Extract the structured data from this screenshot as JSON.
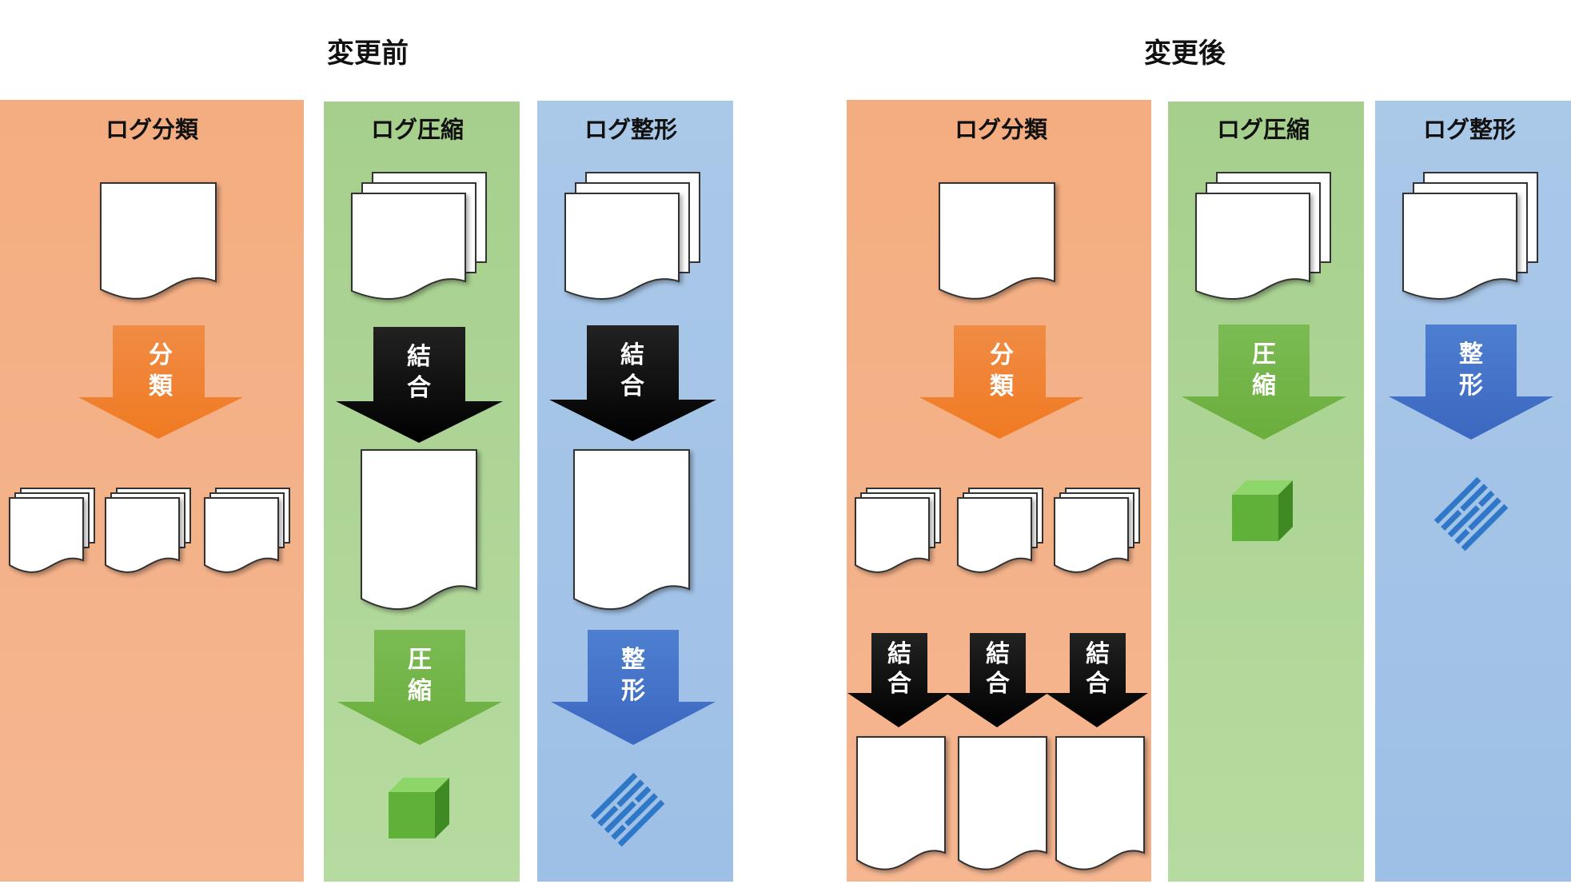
{
  "before": {
    "title": "変更前",
    "columns": {
      "classify": {
        "header": "ログ分類",
        "arrow": [
          "分",
          "類"
        ]
      },
      "compress": {
        "header": "ログ圧縮",
        "arrow1": [
          "結",
          "合"
        ],
        "arrow2": [
          "圧",
          "縮"
        ]
      },
      "format": {
        "header": "ログ整形",
        "arrow1": [
          "結",
          "合"
        ],
        "arrow2": [
          "整",
          "形"
        ]
      }
    }
  },
  "after": {
    "title": "変更後",
    "columns": {
      "classify": {
        "header": "ログ分類",
        "arrow": [
          "分",
          "類"
        ],
        "merge": [
          "結",
          "合"
        ]
      },
      "compress": {
        "header": "ログ圧縮",
        "arrow": [
          "圧",
          "縮"
        ]
      },
      "format": {
        "header": "ログ整形",
        "arrow": [
          "整",
          "形"
        ]
      }
    }
  },
  "colors": {
    "classify_bg": "#f4b183",
    "compress_bg": "#a9d18e",
    "format_bg": "#9dc3e6",
    "orange": "#ed7d31",
    "green": "#70ad47",
    "blue": "#4472c4",
    "black": "#000000"
  }
}
